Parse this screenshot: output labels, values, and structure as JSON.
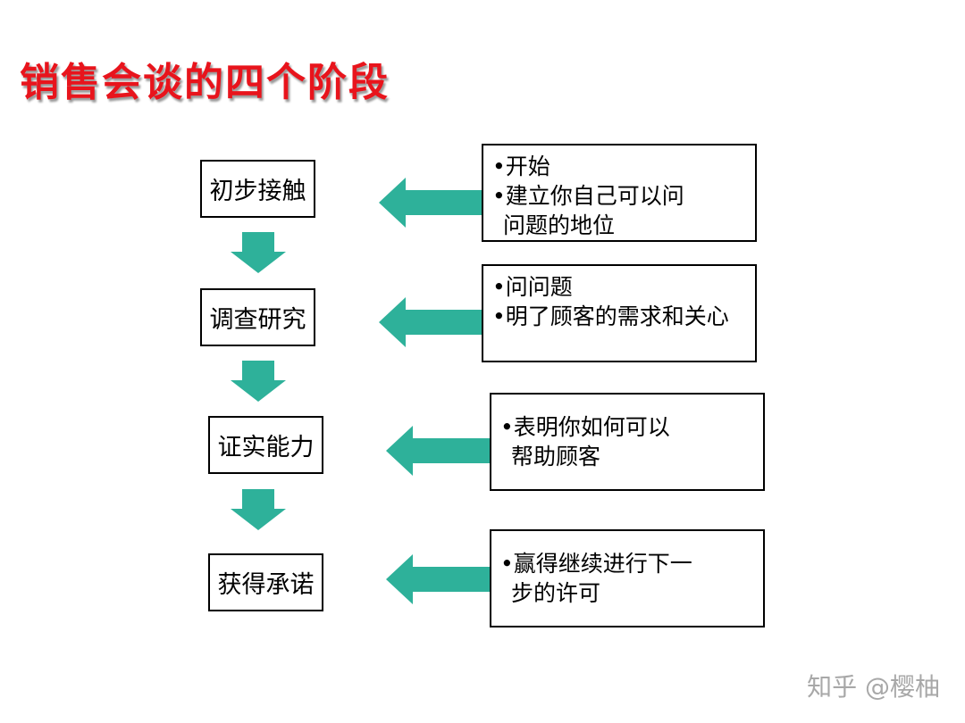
{
  "title": "销售会谈的四个阶段",
  "colors": {
    "title": "#e8141c",
    "arrow": "#2eb19a",
    "border": "#000000",
    "watermark": "#a8a8a8"
  },
  "stages": [
    {
      "label": "初步接触",
      "details": [
        "•开始",
        "•建立你自己可以问",
        "问题的地位"
      ]
    },
    {
      "label": "调查研究",
      "details": [
        "•问问题",
        "•明了顾客的需求和关心"
      ]
    },
    {
      "label": "证实能力",
      "details": [
        "•表明你如何可以",
        "帮助顾客"
      ]
    },
    {
      "label": "获得承诺",
      "details": [
        "•赢得继续进行下一",
        "步的许可"
      ]
    }
  ],
  "watermark": "知乎 @樱柚"
}
